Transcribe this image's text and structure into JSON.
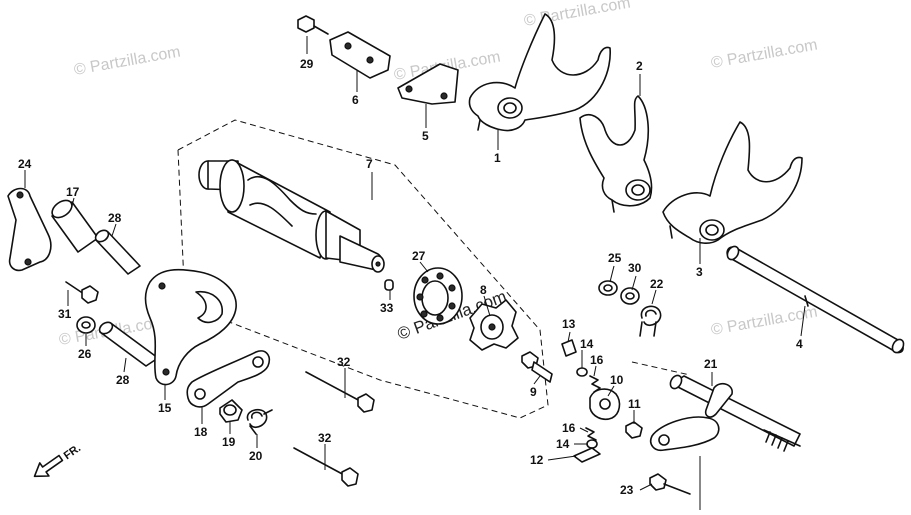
{
  "watermarks": [
    "© Partzilla.com",
    "© Partzilla.com",
    "© Partzilla.com",
    "© Partzilla.com",
    "© Partzilla.com",
    "© Partzilla.com"
  ],
  "center_watermark": "© Partzilla.com",
  "front_arrow_label": "FR.",
  "callouts": [
    "29",
    "6",
    "5",
    "1",
    "2",
    "24",
    "17",
    "28",
    "7",
    "27",
    "8",
    "33",
    "31",
    "26",
    "28",
    "15",
    "18",
    "19",
    "20",
    "32",
    "32",
    "3",
    "25",
    "30",
    "22",
    "4",
    "13",
    "14",
    "16",
    "9",
    "10",
    "11",
    "16",
    "14",
    "12",
    "21",
    "23"
  ]
}
